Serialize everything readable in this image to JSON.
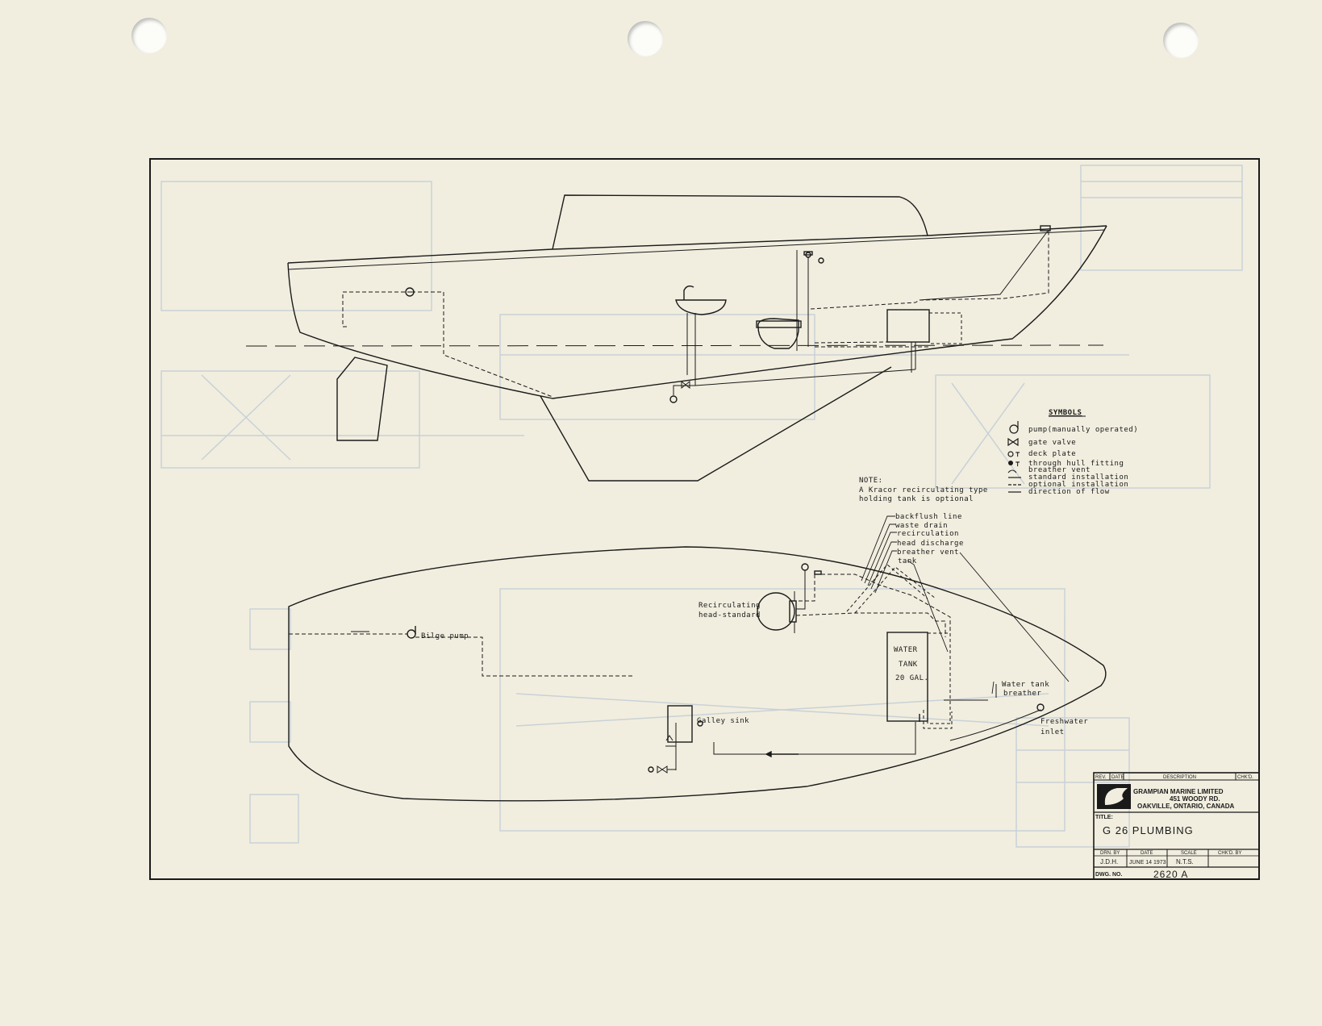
{
  "note": {
    "heading": "NOTE:",
    "line1": "A Kracor recirculating type",
    "line2": "holding tank is optional"
  },
  "symbols": {
    "heading": "SYMBOLS",
    "items": [
      "pump(manually operated)",
      "gate valve",
      "deck plate",
      "through hull fitting",
      "breather vent",
      "standard installation",
      "optional installation",
      "direction of flow"
    ]
  },
  "callouts": {
    "backflush": "backflush line",
    "waste_drain": "waste drain",
    "recirculation": "recirculation",
    "head_discharge": "head discharge",
    "breather_vent": "breather vent",
    "tank": "tank",
    "recirc_head_1": "Recirculating",
    "recirc_head_2": "head-standard",
    "bilge_pump": "Bilge pump",
    "galley_sink": "Galley sink",
    "water_tank_1": "WATER",
    "water_tank_2": "TANK",
    "water_tank_3": "20 GAL.",
    "water_tank_breather_1": "Water tank",
    "water_tank_breather_2": "breather",
    "freshwater_1": "Freshwater",
    "freshwater_2": "inlet"
  },
  "title_block": {
    "rev": "REV.",
    "date": "DATE",
    "description": "DESCRIPTION",
    "chkd": "CHK'D.",
    "company_name": "GRAMPIAN MARINE LIMITED",
    "company_address": "451 WOODY RD.",
    "company_city": "OAKVILLE, ONTARIO, CANADA",
    "title_label": "TITLE:",
    "title": "G 26  PLUMBING",
    "drn_by_label": "DRN. BY",
    "date_label": "DATE",
    "scale_label": "SCALE",
    "chkd_by_label": "CHK'D. BY",
    "drn_by": "J.D.H.",
    "date_value": "JUNE 14 1973",
    "scale": "N.T.S.",
    "dwg_no_label": "DWG. NO.",
    "dwg_no": "2620 A"
  },
  "colors": {
    "paper": "#f1eedf",
    "ink": "#1a1a1a",
    "ghost_blue": "#b9c6d4"
  }
}
